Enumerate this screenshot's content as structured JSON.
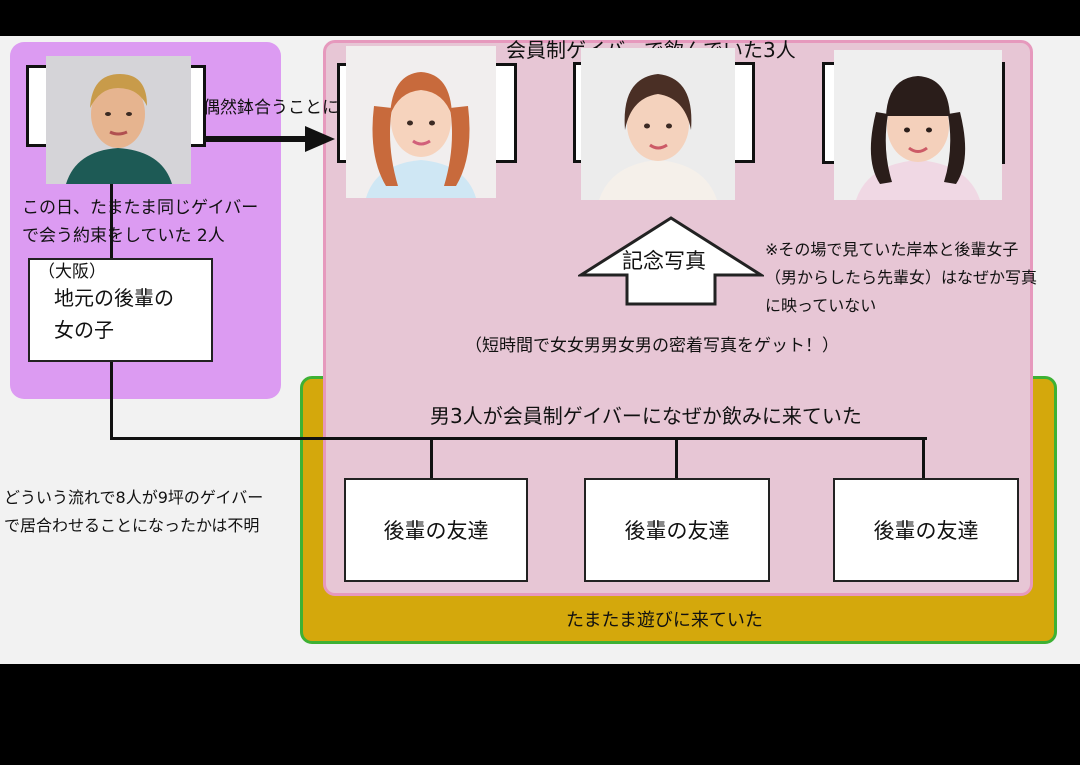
{
  "header": {
    "title": "会員制ゲイバーで飲んでいた3人"
  },
  "left_group": {
    "arrow_label": "偶然鉢合うことに",
    "caption_line1": "この日、たまたま同じゲイバー",
    "caption_line2": "で会う約束をしていた 2人",
    "junior_box": {
      "place": "（大阪）",
      "line1": "地元の後輩の",
      "line2": "女の子"
    }
  },
  "photo_note": {
    "arrow_label": "記念写真",
    "note_line1": "※その場で見ていた岸本と後輩女子",
    "note_line2": "（男からしたら先輩女）はなぜか写真",
    "note_line3": "に映っていない",
    "summary": "（短時間で女女男男女男の密着写真をゲット！）"
  },
  "men_group": {
    "title": "男3人が会員制ゲイバーになぜか飲みに来ていた",
    "friends": [
      {
        "label": "後輩の友達"
      },
      {
        "label": "後輩の友達"
      },
      {
        "label": "後輩の友達"
      }
    ],
    "footer": "たまたま遊びに来ていた"
  },
  "side_note": {
    "line1": "どういう流れで8人が9坪のゲイバー",
    "line2": "で居合わせることになったかは不明"
  },
  "colors": {
    "left_group_bg": "#dc9bf2",
    "pink_region_bg": "#e7c6d5",
    "pink_region_border": "#e699bd",
    "yellow_region_bg": "#d4a80c",
    "yellow_region_border": "#3eb134"
  }
}
